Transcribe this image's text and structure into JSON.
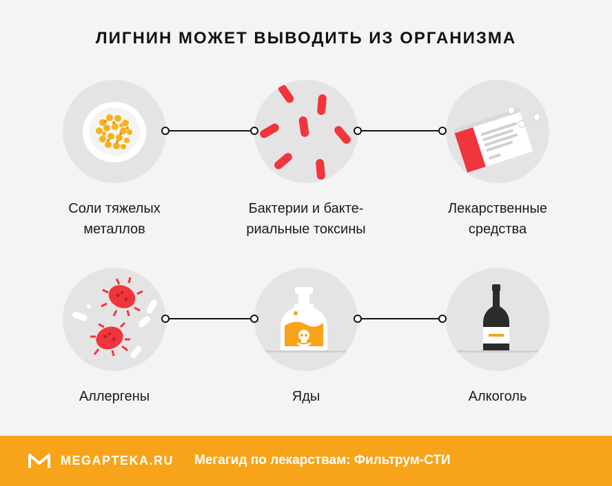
{
  "header": {
    "title": "ЛИГНИН МОЖЕТ ВЫВОДИТЬ ИЗ ОРГАНИЗМА"
  },
  "items": [
    {
      "label_line1": "Соли тяжелых",
      "label_line2": "металлов",
      "icon": "heavy-metal-salts-bowl-icon"
    },
    {
      "label_line1": "Бактерии и бакте-",
      "label_line2": "риальные токсины",
      "icon": "bacteria-icon"
    },
    {
      "label_line1": "Лекарственные",
      "label_line2": "средства",
      "icon": "medicine-box-icon"
    },
    {
      "label_line1": "Аллергены",
      "label_line2": "",
      "icon": "allergen-microbe-icon"
    },
    {
      "label_line1": "Яды",
      "label_line2": "",
      "icon": "poison-bottle-icon"
    },
    {
      "label_line1": "Алкоголь",
      "label_line2": "",
      "icon": "alcohol-bottle-icon"
    }
  ],
  "footer": {
    "brand": "MEGAPTEKA.RU",
    "tagline": "Мегагид по лекарствам: Фильтрум-СТИ"
  },
  "colors": {
    "accent_orange": "#f7a41b",
    "bacteria_red": "#f0353c",
    "circle_gray": "#e4e4e4",
    "background": "#f4f4f4"
  }
}
